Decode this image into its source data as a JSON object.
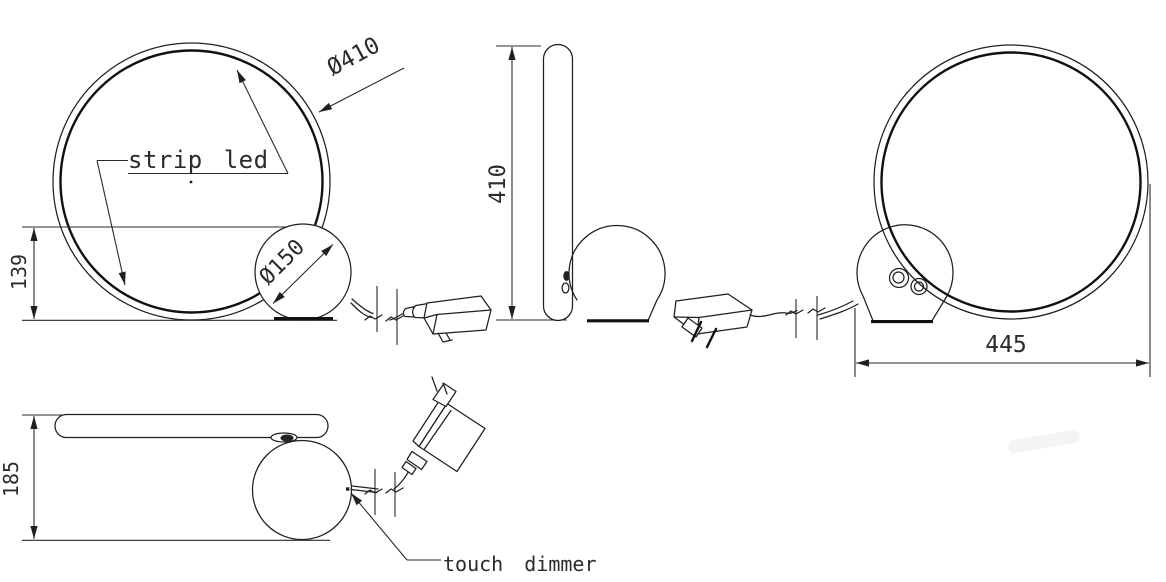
{
  "colors": {
    "background": "#ffffff",
    "line": "#1f1f1f",
    "text": "#2b2b2b"
  },
  "views": {
    "front": {
      "ring_diameter_label": "Ø410",
      "strip_led_label": "strip led",
      "base_diameter_label": "Ø150",
      "base_height_label": "139"
    },
    "side": {
      "height_label": "410"
    },
    "back": {
      "width_label": "445"
    },
    "top": {
      "depth_label": "185",
      "touch_dimmer_label": "touch dimmer"
    }
  }
}
